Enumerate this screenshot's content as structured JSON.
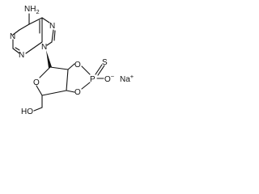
{
  "structure": {
    "atoms": {
      "amine_nitrogen": "NH",
      "amine_h_count": "2",
      "n1": "N",
      "n3": "N",
      "n7": "N",
      "n9": "N",
      "ring_oxygen": "O",
      "o2_prime": "O",
      "o3_prime": "O",
      "phosphorus": "P",
      "thio_sulfur": "S",
      "phosphate_oxygen": "O",
      "phosphate_oxygen_charge": "−",
      "hydroxyl": "HO"
    },
    "counterion": {
      "symbol": "Na",
      "charge": "+"
    }
  }
}
